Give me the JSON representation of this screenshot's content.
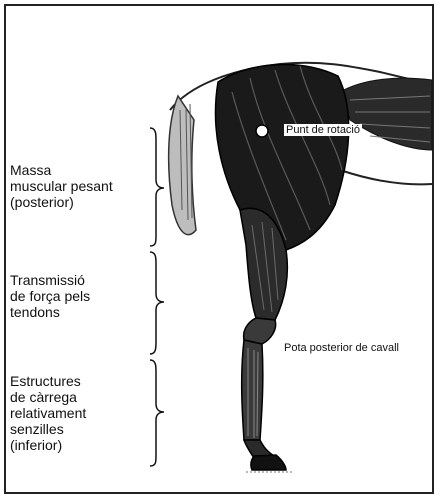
{
  "labels": {
    "upper": [
      "Massa",
      "muscular pesant",
      "(posterior)"
    ],
    "middle": [
      "Transmissió",
      "de força pels",
      "tendons"
    ],
    "lower": [
      "Estructures",
      "de càrrega",
      "relativament",
      "senzilles",
      "(inferior)"
    ]
  },
  "annotations": {
    "pivot": "Punt de rotació",
    "leg": "Pota posterior de cavall"
  },
  "colors": {
    "ink": "#111111",
    "muscle_dark": "#1a1a1a",
    "muscle_mid": "#3a3a3a",
    "background": "#ffffff"
  }
}
